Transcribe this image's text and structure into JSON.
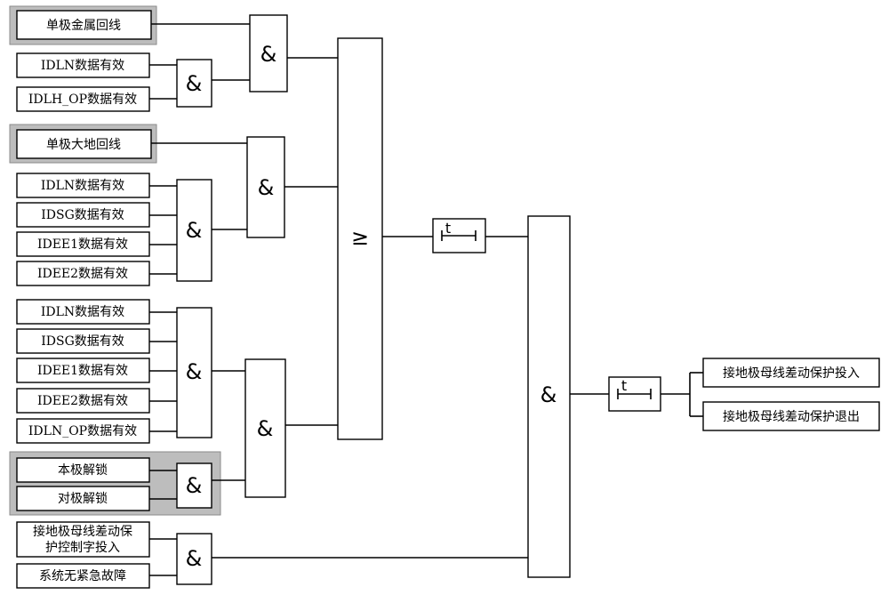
{
  "inputs": {
    "in1": "单极金属回线",
    "in2": "IDLN数据有效",
    "in3": "IDLH_OP数据有效",
    "in4": "单极大地回线",
    "in5": "IDLN数据有效",
    "in6": "IDSG数据有效",
    "in7": "IDEE1数据有效",
    "in8": "IDEE2数据有效",
    "in9": "IDLN数据有效",
    "in10": "IDSG数据有效",
    "in11": "IDEE1数据有效",
    "in12": "IDEE2数据有效",
    "in13": "IDLN_OP数据有效",
    "in14": "本极解锁",
    "in15": "对极解锁",
    "in16_line1": "接地极母线差动保",
    "in16_line2": "护控制字投入",
    "in17": "系统无紧急故障"
  },
  "gates": {
    "and_symbol": "&",
    "or_symbol": "≥"
  },
  "timers": {
    "symbol": "t"
  },
  "outputs": {
    "out1": "接地极母线差动保护投入",
    "out2": "接地极母线差动保护退出"
  }
}
